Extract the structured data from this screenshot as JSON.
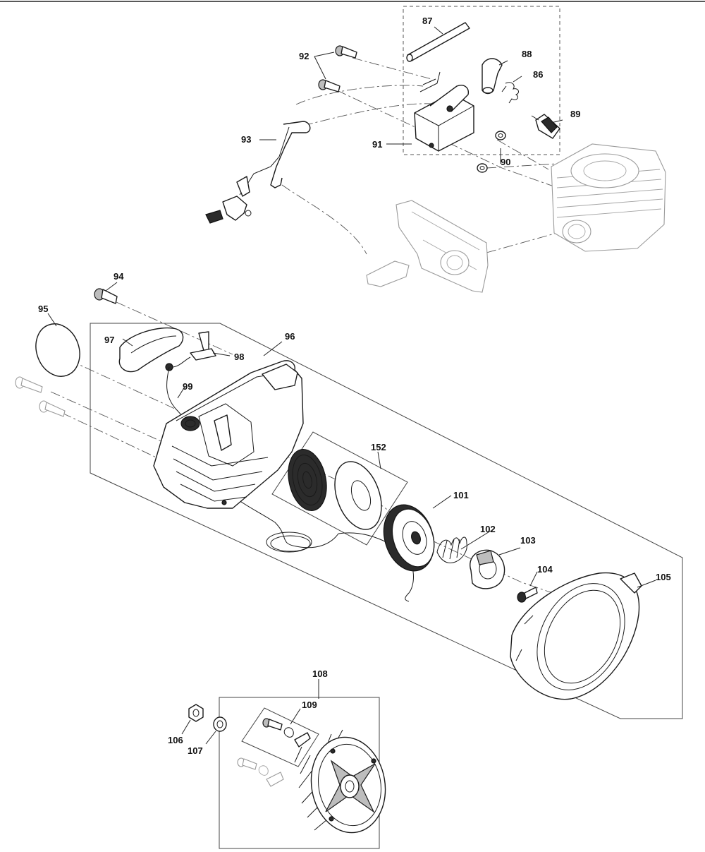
{
  "labels": {
    "p86": "86",
    "p87": "87",
    "p88": "88",
    "p89": "89",
    "p90": "90",
    "p91": "91",
    "p92": "92",
    "p93": "93",
    "p94": "94",
    "p95": "95",
    "p96": "96",
    "p97": "97",
    "p98": "98",
    "p99": "99",
    "p101": "101",
    "p102": "102",
    "p103": "103",
    "p104": "104",
    "p105": "105",
    "p106": "106",
    "p107": "107",
    "p108": "108",
    "p109": "109",
    "p152": "152"
  }
}
